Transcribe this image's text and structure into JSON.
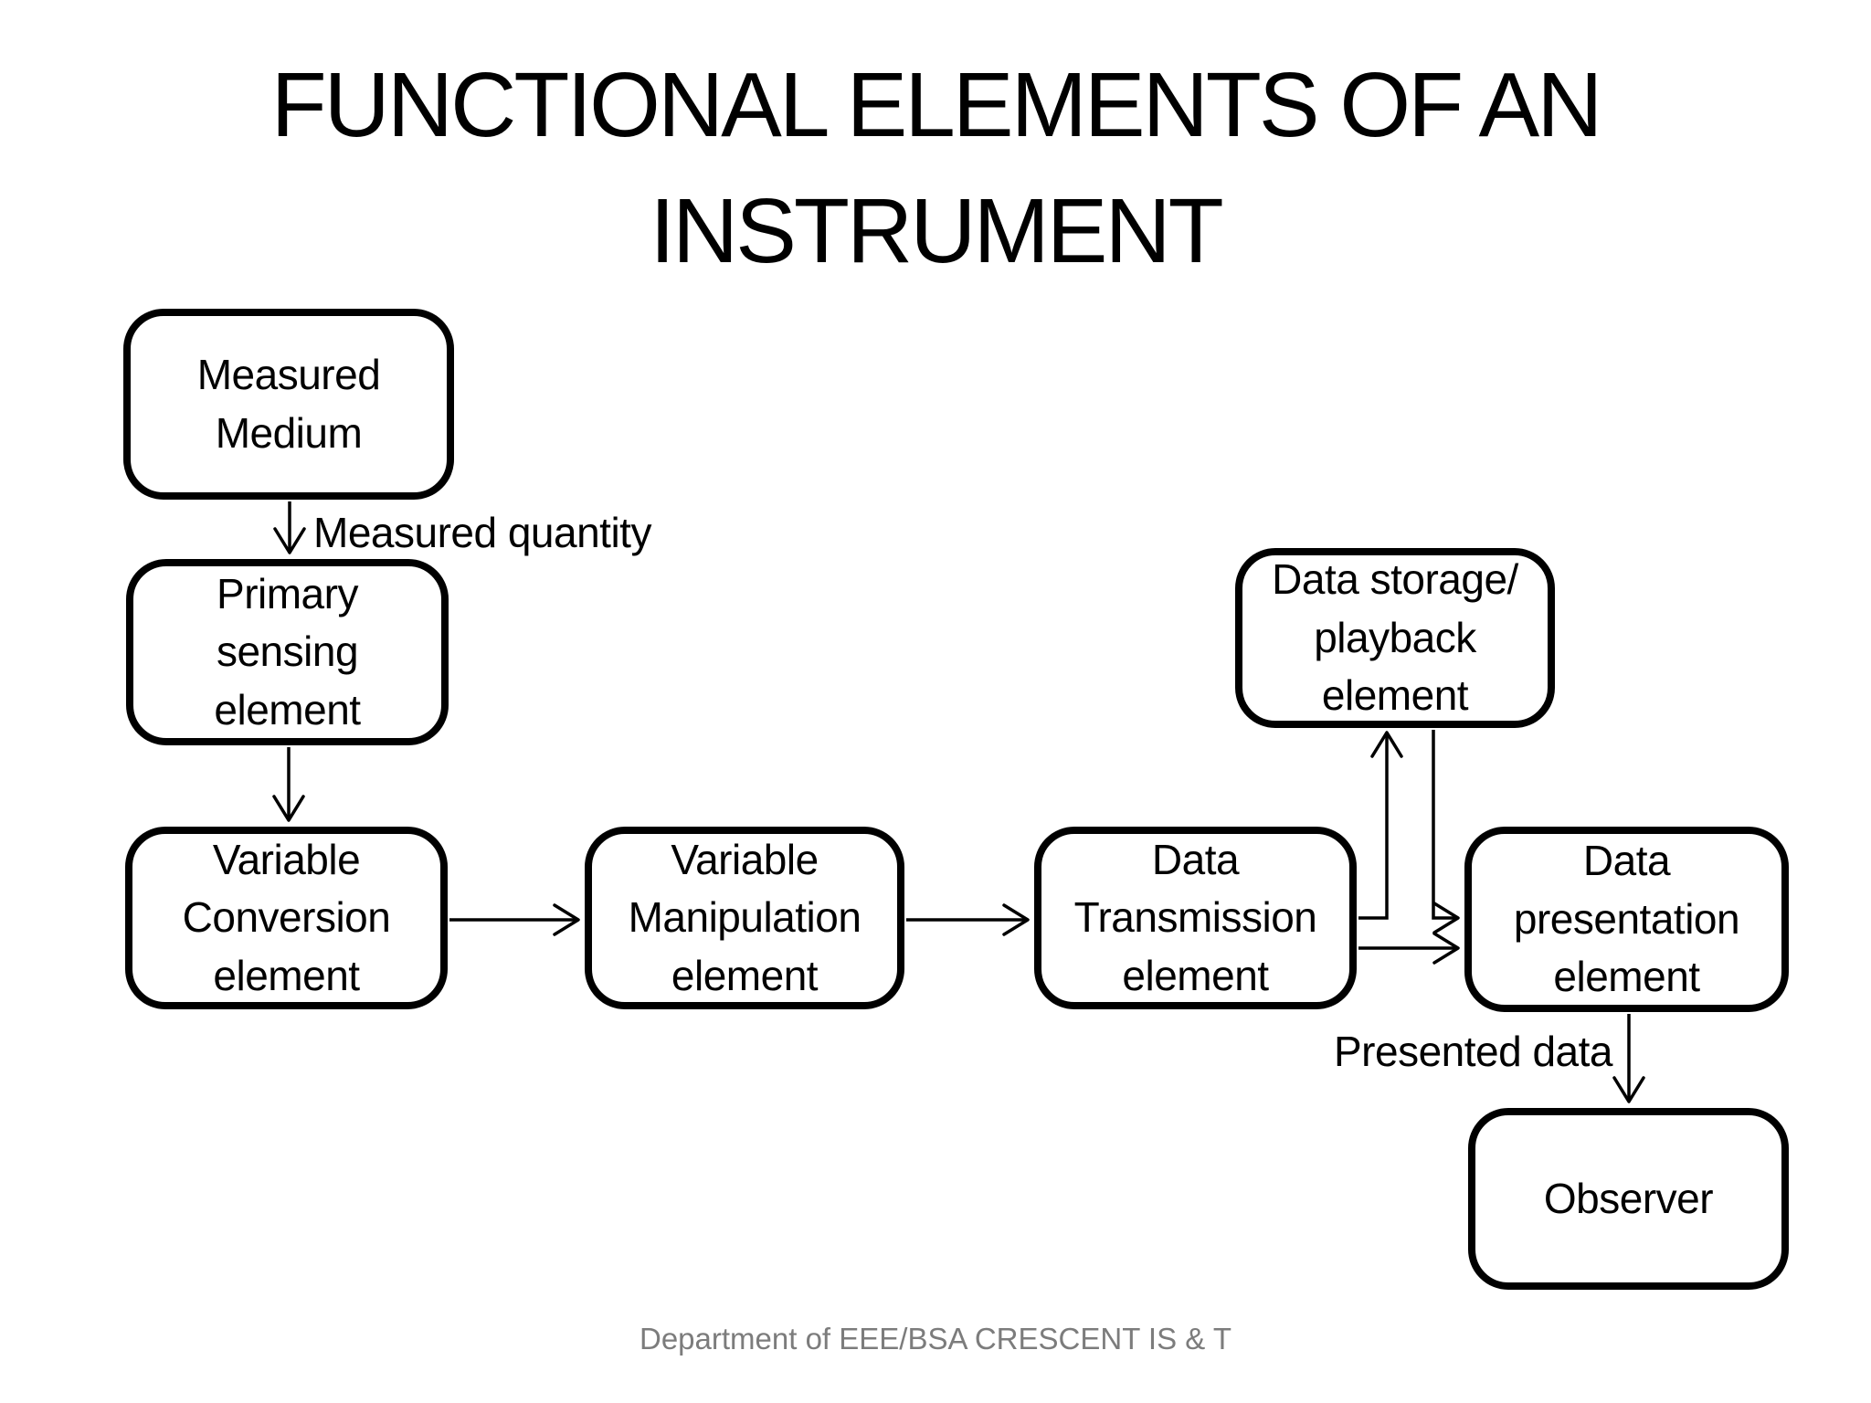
{
  "slide": {
    "title_line1": "FUNCTIONAL ELEMENTS OF AN",
    "title_line2": "INSTRUMENT",
    "footer": "Department of EEE/BSA CRESCENT IS & T"
  },
  "colors": {
    "ink": "#000000",
    "box_fill": "#ffffff",
    "footer_gray": "#7c7c7c",
    "background": "#ffffff"
  },
  "boxes": {
    "measured_medium": "Measured\nMedium",
    "primary_sensing": "Primary\nsensing\nelement",
    "variable_conversion": "Variable\nConversion\nelement",
    "variable_manipulation": "Variable\nManipulation\nelement",
    "data_transmission": "Data\nTransmission\nelement",
    "data_storage": "Data storage/\nplayback\nelement",
    "data_presentation": "Data\npresentation\nelement",
    "observer": "Observer"
  },
  "edge_labels": {
    "measured_quantity": "Measured quantity",
    "presented_data": "Presented data"
  }
}
